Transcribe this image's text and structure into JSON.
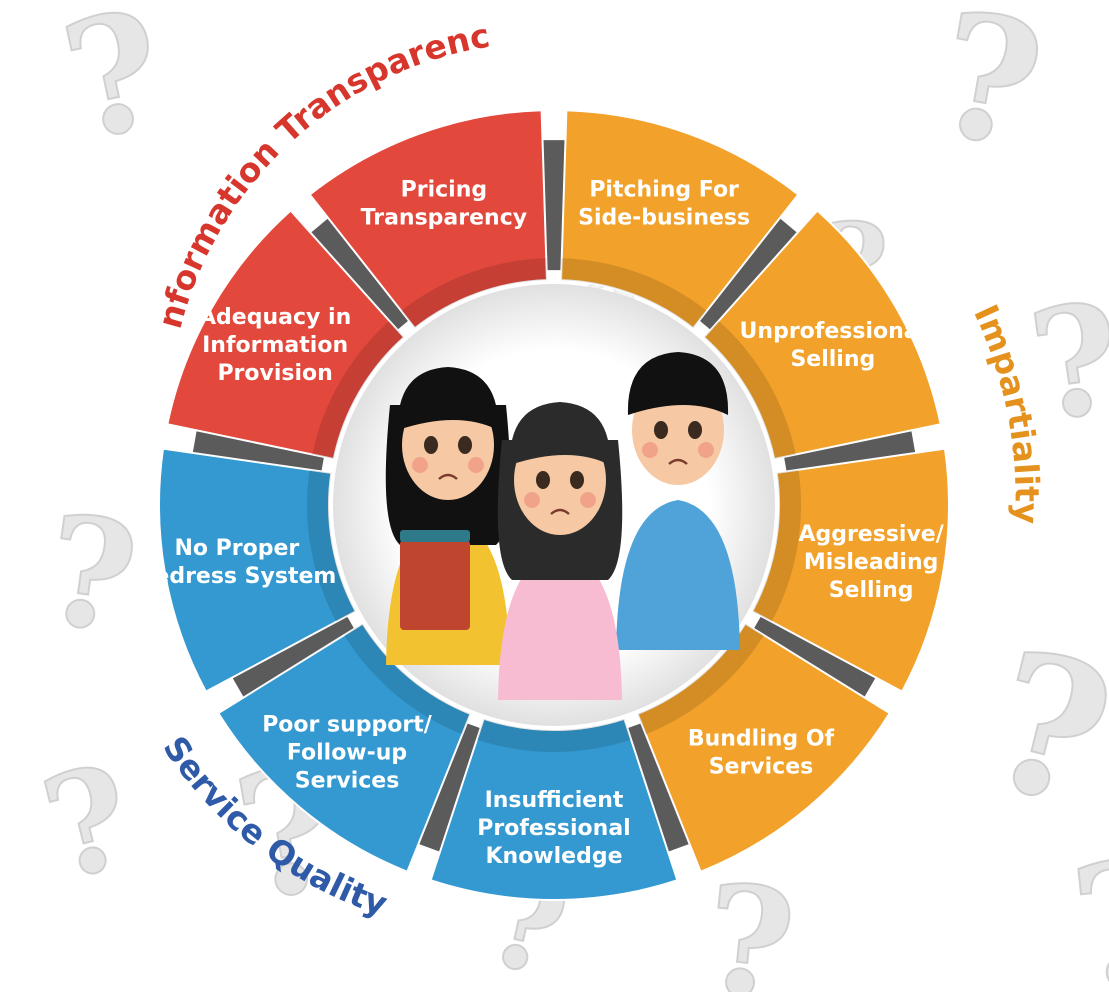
{
  "colors": {
    "information_transparency": "#e2483c",
    "impartiality": "#f2a12a",
    "service_quality": "#3399d0",
    "group_label_red": "#d7362c",
    "group_label_orange": "#e4911d",
    "group_label_blue": "#2f5aa8",
    "spoke": "#5b5b5b"
  },
  "groups": {
    "information_transparency": "Information Transparency",
    "impartiality": "Impartiality",
    "service_quality": "Service Quality"
  },
  "segments": [
    {
      "id": "pricing-transparency",
      "group": "information_transparency",
      "lines": [
        "Pricing",
        "Transparency"
      ]
    },
    {
      "id": "pitching-for-side-business",
      "group": "impartiality",
      "lines": [
        "Pitching For",
        "Side-business"
      ]
    },
    {
      "id": "unprofessional-selling",
      "group": "impartiality",
      "lines": [
        "Unprofessional",
        "Selling"
      ]
    },
    {
      "id": "aggressive-misleading-selling",
      "group": "impartiality",
      "lines": [
        "Aggressive/",
        "Misleading",
        "Selling"
      ]
    },
    {
      "id": "bundling-of-services",
      "group": "impartiality",
      "lines": [
        "Bundling Of",
        "Services"
      ]
    },
    {
      "id": "insufficient-professional-knowledge",
      "group": "service_quality",
      "lines": [
        "Insufficient",
        "Professional",
        "Knowledge"
      ]
    },
    {
      "id": "poor-support-follow-up-services",
      "group": "service_quality",
      "lines": [
        "Poor support/",
        "Follow-up",
        "Services"
      ]
    },
    {
      "id": "no-proper-redress-system",
      "group": "service_quality",
      "lines": [
        "No Proper",
        "Redress System"
      ]
    },
    {
      "id": "adequacy-in-information-provision",
      "group": "information_transparency",
      "lines": [
        "Adequacy in",
        "Information",
        "Provision"
      ]
    }
  ],
  "center_image": "three-worried-children-illustration",
  "background_motif": "question-mark-icon"
}
